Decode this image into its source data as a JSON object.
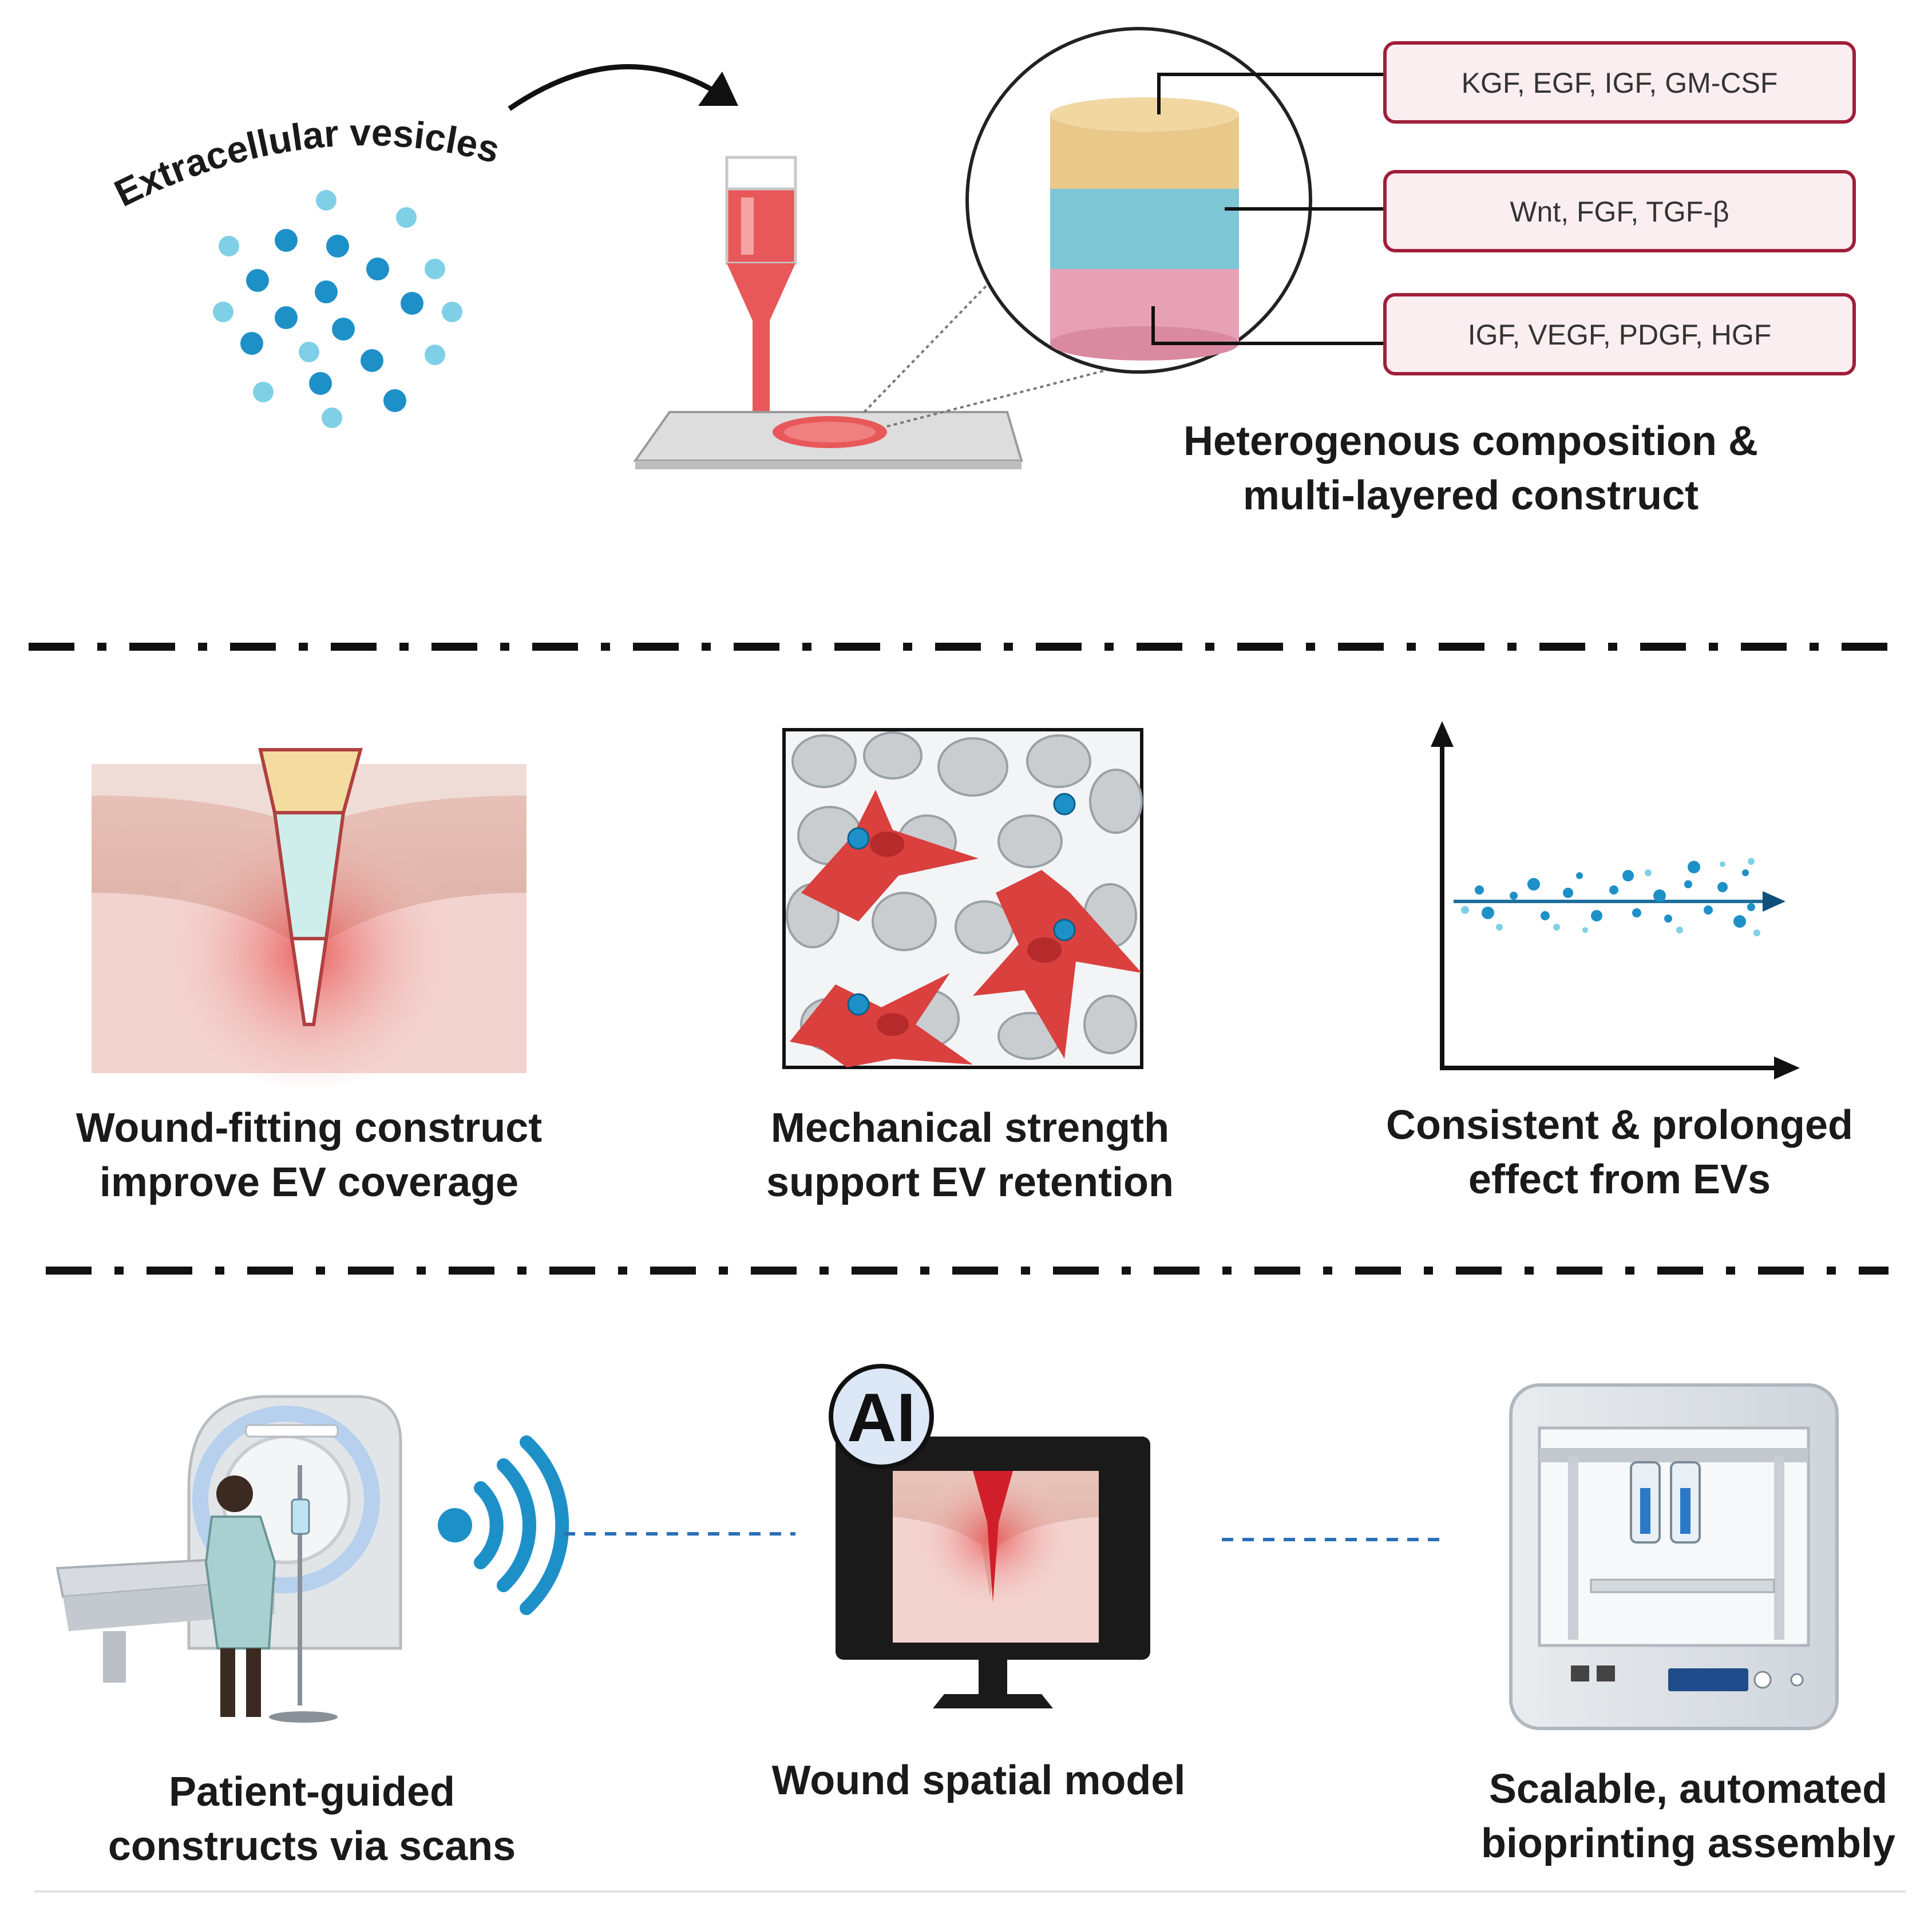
{
  "top": {
    "ev_label": "Extracellular vesicles",
    "growth_factors": [
      "KGF, EGF, IGF, GM-CSF",
      "Wnt, FGF, TGF-β",
      "IGF, VEGF, PDGF, HGF"
    ],
    "caption_line1": "Heterogenous composition &",
    "caption_line2": "multi-layered construct"
  },
  "middle": {
    "panels": [
      {
        "line1": "Wound-fitting construct",
        "line2": "improve EV coverage"
      },
      {
        "line1": "Mechanical strength",
        "line2": "support EV retention"
      },
      {
        "line1": "Consistent & prolonged",
        "line2": "effect from EVs"
      }
    ]
  },
  "bottom": {
    "ai_label": "AI",
    "panels": [
      {
        "line1": "Patient-guided",
        "line2": "constructs via scans"
      },
      {
        "line1": "Wound spatial model",
        "line2": ""
      },
      {
        "line1": "Scalable, automated",
        "line2": "bioprinting assembly"
      }
    ]
  },
  "colors": {
    "ev_blue": "#1e90c8",
    "ev_light": "#7fd0e6",
    "bioink_red": "#e8585a",
    "layer_top": "#e9c98a",
    "layer_mid": "#7cc6d6",
    "layer_bottom": "#e8a0b4",
    "gf_border": "#a01e3a",
    "gf_fill": "#fbeef1",
    "cell_red": "#d9403e",
    "divider": "#111111",
    "dotted_link": "#2a6fb8"
  }
}
